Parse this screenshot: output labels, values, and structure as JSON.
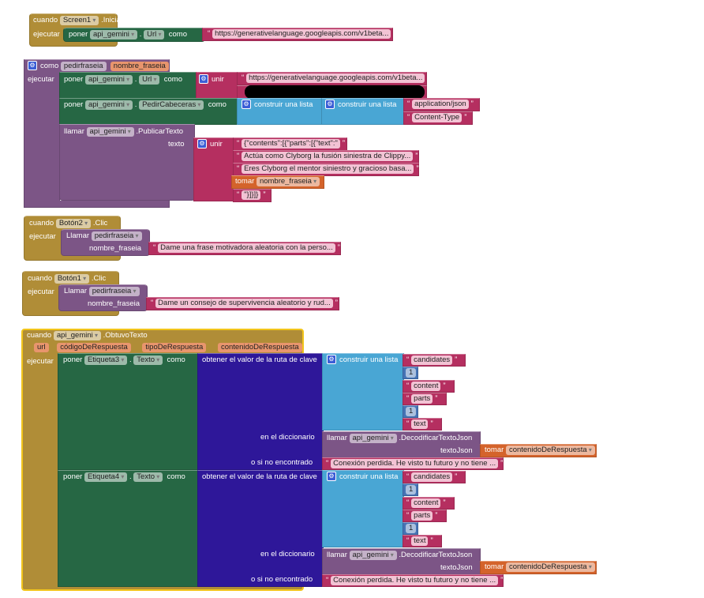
{
  "kw": {
    "cuando": "cuando",
    "ejecutar": "ejecutar",
    "poner": "poner",
    "como": "como",
    "dot": ".",
    "llamar": "llamar",
    "Llamar": "Llamar",
    "unir": "unir",
    "tomar": "tomar",
    "construir": "construir una lista",
    "texto": "texto",
    "obtener": "obtener el valor de la ruta de clave",
    "en_dic": "en el diccionario",
    "si_no": "o si no encontrado",
    "textoJson": "textoJson",
    "como_proc": "como"
  },
  "b1": {
    "component": "Screen1",
    "event": ".Inicializar",
    "target": "api_gemini",
    "prop": "Url",
    "url": "https://generativelanguage.googleapis.com/v1beta..."
  },
  "b2": {
    "proc": "pedirfraseia",
    "param": "nombre_fraseia",
    "target": "api_gemini",
    "prop1": "Url",
    "url": "https://generativelanguage.googleapis.com/v1beta...",
    "prop2": "PedirCabeceras",
    "h1": "application/json",
    "h2": "Content-Type",
    "method": ".PublicarTexto",
    "s1": "{\"contents\":[{\"parts\":[{\"text\":\"",
    "s2": "Actúa como Clyborg la fusión siniestra de Clippy...",
    "s3": "Eres Clyborg el mentor siniestro y gracioso basa...",
    "var": "nombre_fraseia",
    "s4": "\"}]}]}"
  },
  "b3": {
    "component": "Botón2",
    "event": ".Clic",
    "proc": "pedirfraseia",
    "arg": "nombre_fraseia",
    "text": "Dame una frase motivadora aleatoria con la perso..."
  },
  "b4": {
    "component": "Botón1",
    "event": ".Clic",
    "proc": "pedirfraseia",
    "arg": "nombre_fraseia",
    "text": "Dame un consejo de supervivencia aleatorio y rud..."
  },
  "b5": {
    "component": "api_gemini",
    "event": ".ObtuvoTexto",
    "params": [
      "url",
      "códigoDeRespuesta",
      "tipoDeRespuesta",
      "contenidoDeRespuesta"
    ],
    "setters": [
      {
        "label": "Etiqueta3",
        "prop": "Texto"
      },
      {
        "label": "Etiqueta4",
        "prop": "Texto"
      }
    ],
    "path": [
      "candidates",
      "1",
      "content",
      "parts",
      "1",
      "text"
    ],
    "decode": ".DecodificarTextoJson",
    "var": "contenidoDeRespuesta",
    "fallback": "Conexión perdida. He visto tu futuro y no tiene ..."
  },
  "colors": {
    "event": "#b08d37",
    "procedure": "#7c5586",
    "setter": "#266744",
    "string": "#b52f60",
    "list": "#49a6d4",
    "dictionary": "#2e1799",
    "variable": "#d4632b",
    "number": "#4673b5"
  }
}
